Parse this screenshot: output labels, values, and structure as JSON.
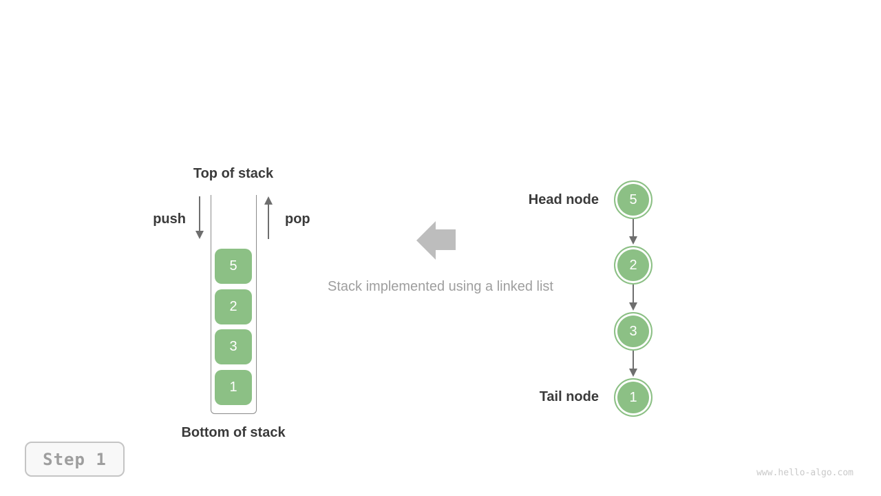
{
  "colors": {
    "green": "#8CC085",
    "arrow_gray": "#6E6E6E",
    "wall_gray": "#8A8A8A",
    "light_gray": "#BDBDBD",
    "text_dark": "#3A3A3A",
    "text_gray": "#9E9E9E",
    "watermark_gray": "#C9C9C9"
  },
  "stack": {
    "top_label": "Top of stack",
    "bottom_label": "Bottom of stack",
    "push_label": "push",
    "pop_label": "pop",
    "items": [
      "5",
      "2",
      "3",
      "1"
    ]
  },
  "caption": "Stack implemented using a linked list",
  "linked_list": {
    "head_label": "Head node",
    "tail_label": "Tail node",
    "nodes": [
      "5",
      "2",
      "3",
      "1"
    ]
  },
  "step_badge": {
    "label": "Step 1"
  },
  "watermark": "www.hello-algo.com"
}
